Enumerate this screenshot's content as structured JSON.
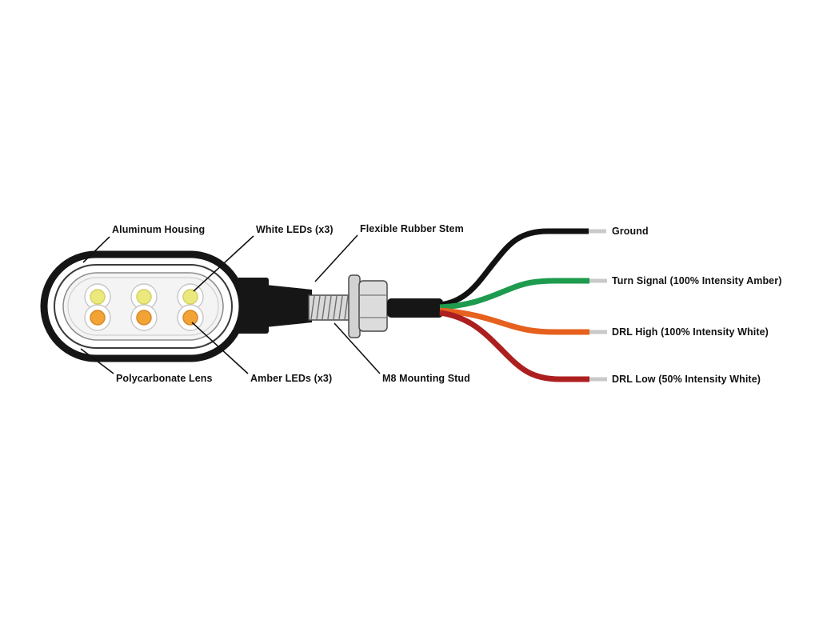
{
  "diagram": {
    "callouts": {
      "aluminum_housing": "Aluminum Housing",
      "white_leds": "White LEDs (x3)",
      "flexible_rubber_stem": "Flexible Rubber Stem",
      "polycarbonate_lens": "Polycarbonate Lens",
      "amber_leds": "Amber LEDs (x3)",
      "m8_mounting_stud": "M8 Mounting Stud"
    },
    "wires": [
      {
        "label": "Ground",
        "color": "#121212"
      },
      {
        "label": "Turn Signal (100% Intensity Amber)",
        "color": "#1e9b4e"
      },
      {
        "label": "DRL High (100% Intensity White)",
        "color": "#e6611e"
      },
      {
        "label": "DRL Low (50% Intensity White)",
        "color": "#ad1f1f"
      }
    ],
    "colors": {
      "housing": "#161616",
      "lens_fill": "#f4f4f4",
      "white_led": "#ece97c",
      "white_led_stroke": "#d6cf6a",
      "amber_led": "#f1a335",
      "amber_led_stroke": "#d9882a",
      "metal_fill": "#d9d9d9",
      "metal_stroke": "#4a4a4a",
      "wire_tip": "#c9c9c9"
    }
  }
}
